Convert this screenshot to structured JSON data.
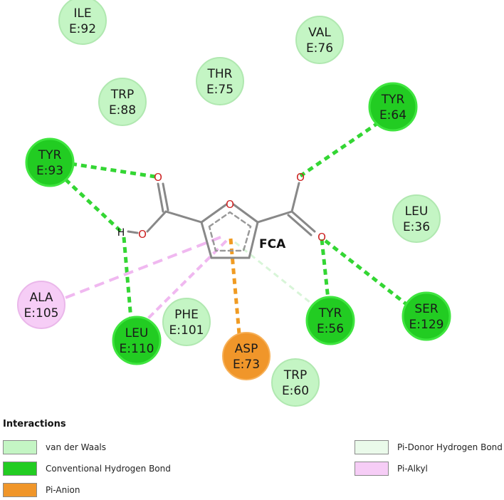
{
  "ligand": {
    "name": "FCA",
    "atoms": [
      {
        "id": "O1",
        "label": "O"
      },
      {
        "id": "O2",
        "label": "O"
      },
      {
        "id": "O3",
        "label": "O"
      },
      {
        "id": "O4",
        "label": "O"
      },
      {
        "id": "Oring",
        "label": "O"
      },
      {
        "id": "H1",
        "label": "H"
      }
    ]
  },
  "residues": [
    {
      "name": "ILE",
      "chain": "E:92",
      "type": "vdw"
    },
    {
      "name": "VAL",
      "chain": "E:76",
      "type": "vdw"
    },
    {
      "name": "THR",
      "chain": "E:75",
      "type": "vdw"
    },
    {
      "name": "TRP",
      "chain": "E:88",
      "type": "vdw"
    },
    {
      "name": "TYR",
      "chain": "E:64",
      "type": "hbond"
    },
    {
      "name": "TYR",
      "chain": "E:93",
      "type": "hbond"
    },
    {
      "name": "LEU",
      "chain": "E:36",
      "type": "vdw"
    },
    {
      "name": "ALA",
      "chain": "E:105",
      "type": "pialkyl"
    },
    {
      "name": "PHE",
      "chain": "E:101",
      "type": "vdw"
    },
    {
      "name": "LEU",
      "chain": "E:110",
      "type": "hbond"
    },
    {
      "name": "ASP",
      "chain": "E:73",
      "type": "pianion"
    },
    {
      "name": "TYR",
      "chain": "E:56",
      "type": "hbond"
    },
    {
      "name": "SER",
      "chain": "E:129",
      "type": "hbond"
    },
    {
      "name": "TRP",
      "chain": "E:60",
      "type": "vdw"
    }
  ],
  "colors": {
    "vdw_fill": "#c4f5c4",
    "vdw_border": "#b0e8b0",
    "hbond_fill": "#22cc22",
    "hbond_border": "#3fe53f",
    "pianion_fill": "#f0962a",
    "pianion_border": "#f7b057",
    "pialkyl_fill": "#f6cdf6",
    "pialkyl_border": "#eab7ea",
    "pidonor_fill": "#eafaea",
    "hbond_line": "#33d633",
    "pianion_line": "#f09b22",
    "pialkyl_line": "#f0b8f0",
    "pidonor_line": "#d8f5d8",
    "bond": "#888888",
    "oxygen": "#cc2222"
  },
  "legend": {
    "title": "Interactions",
    "items": [
      {
        "label": "van der Waals",
        "color": "#c4f5c4"
      },
      {
        "label": "Conventional Hydrogen Bond",
        "color": "#22cc22"
      },
      {
        "label": "Pi-Anion",
        "color": "#f0962a"
      },
      {
        "label": "Pi-Donor Hydrogen Bond",
        "color": "#eafaea"
      },
      {
        "label": "Pi-Alkyl",
        "color": "#f6cdf6"
      }
    ]
  }
}
